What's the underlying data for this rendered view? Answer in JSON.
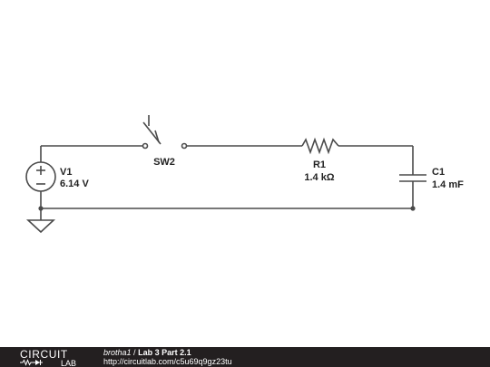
{
  "components": {
    "source": {
      "name": "V1",
      "value": "6.14 V"
    },
    "switch": {
      "name": "SW2"
    },
    "resistor": {
      "name": "R1",
      "value": "1.4 kΩ"
    },
    "capacitor": {
      "name": "C1",
      "value": "1.4 mF"
    }
  },
  "footer": {
    "logo_top": "CIRCUIT",
    "logo_bottom": "LAB",
    "author": "brotha1",
    "separator": "/",
    "title": "Lab 3 Part 2.1",
    "url": "http://circuitlab.com/c5u69q9gz23tu"
  }
}
